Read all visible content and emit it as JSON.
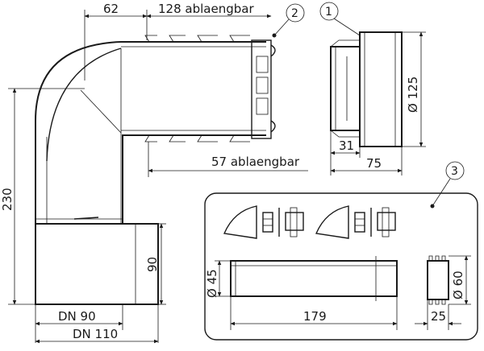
{
  "drawing": {
    "dims": {
      "d62": "62",
      "d128": "128 ablaengbar",
      "d57": "57 ablaengbar",
      "d230": "230",
      "d90": "90",
      "dn90": "DN 90",
      "dn110": "DN 110",
      "d125": "Ø 125",
      "d31": "31",
      "d75": "75",
      "d45": "Ø 45",
      "d179": "179",
      "d60": "Ø 60",
      "d25": "25"
    },
    "callouts": {
      "c1": "1",
      "c2": "2",
      "c3": "3"
    }
  }
}
